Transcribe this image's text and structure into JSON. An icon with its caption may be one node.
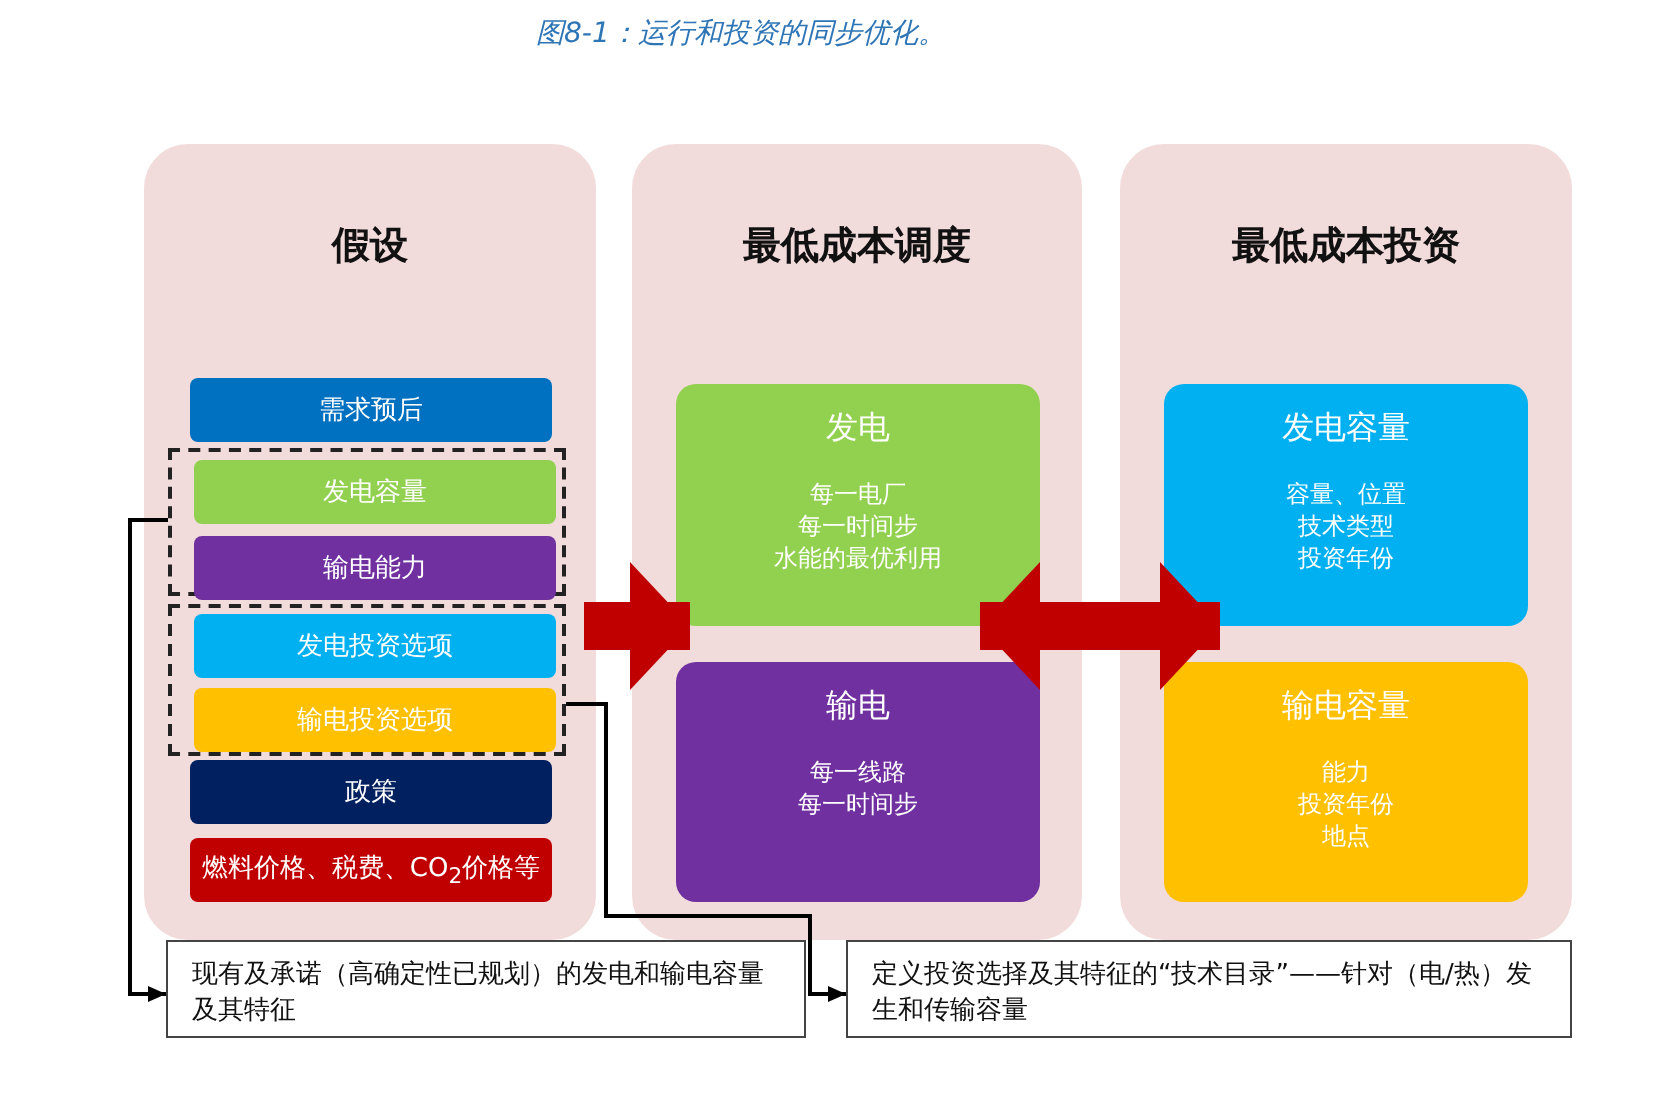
{
  "diagram": {
    "title": "图8-1：运行和投资的同步优化。",
    "nodes": [
      {
        "text": [
          "假设"
        ]
      },
      {
        "text": [
          "需求预后"
        ],
        "in": 0
      },
      {
        "text": [],
        "shape": "box",
        "in": 0
      },
      {
        "text": [
          "发电容量"
        ],
        "in": 2
      },
      {
        "text": [
          "输电能力"
        ],
        "in": 2
      },
      {
        "text": [],
        "shape": "box",
        "in": 0
      },
      {
        "text": [
          "发电投资选项"
        ],
        "in": 5
      },
      {
        "text": [
          "输电投资选项"
        ],
        "in": 5
      },
      {
        "text": [
          "政策"
        ],
        "in": 0
      },
      {
        "text": [
          "燃料价格、税费、CO$_{2}$价格等"
        ],
        "in": 0
      },
      {
        "text": [
          "最低成本调度"
        ]
      },
      {
        "text": [
          "发电",
          "每一电厂",
          "每一时间步",
          "水能的最优利用"
        ],
        "in": 10
      },
      {
        "text": [
          "输电",
          "每一线路",
          "每一时间步"
        ],
        "in": 10
      },
      {
        "text": [
          "最低成本投资"
        ]
      },
      {
        "text": [
          "发电容量",
          "容量、位置",
          "技术类型",
          "投资年份"
        ],
        "in": 13
      },
      {
        "text": [
          "输电容量",
          "能力",
          "投资年份",
          "地点"
        ],
        "in": 13
      },
      {
        "text": [
          "现有及承诺（高确定性已规划）的发电和输电容量及其特征"
        ]
      },
      {
        "text": [
          "定义投资选择及其特征的“技术目录”——针对（电/热）发生和传输容量"
        ]
      }
    ],
    "edges": [
      {
        "from": 2,
        "to": 16,
        "arrow": "to"
      },
      {
        "from": 5,
        "to": 17,
        "arrow": "to"
      },
      {
        "from": 0,
        "to": 10,
        "arrow": "to",
        "style": "thick",
        "color": "#c00000"
      },
      {
        "from": 10,
        "to": 13,
        "arrow": "both",
        "style": "thick",
        "color": "#c00000"
      }
    ]
  }
}
